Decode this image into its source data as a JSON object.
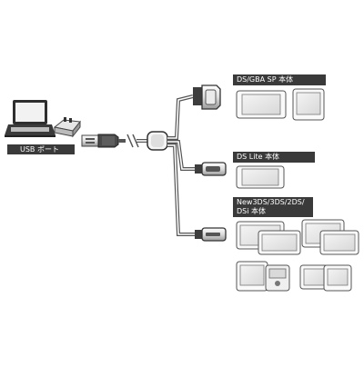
{
  "labels": {
    "usb_port": "USB ポート",
    "gba_sp": "DS/GBA SP 本体",
    "ds_lite": "DS Lite 本体",
    "new3ds_line1": "New3DS/3DS/2DS/",
    "new3ds_line2": "DSi 本体"
  },
  "icons": {
    "laptop": "laptop-icon",
    "ac_adapter": "ac-adapter-icon",
    "usb_plug": "usb-plug-icon",
    "gba_connector": "gba-sp-connector-icon",
    "lite_connector": "ds-lite-connector-icon",
    "new3ds_connector": "new3ds-connector-icon"
  }
}
